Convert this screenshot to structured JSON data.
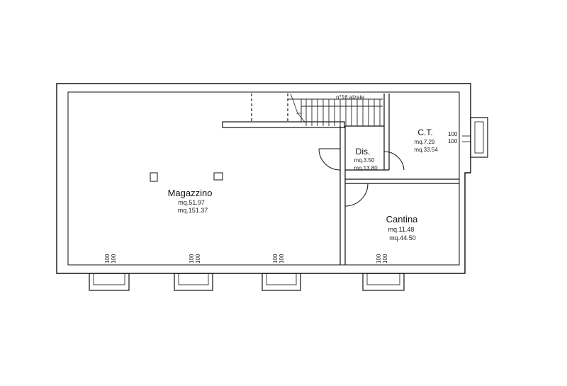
{
  "stair_label": "n°16 alzate",
  "rooms": {
    "magazzino": {
      "name": "Magazzino",
      "floor_area": "mq.51.97",
      "volume": "mq.151.37"
    },
    "dis": {
      "name": "Dis.",
      "floor_area": "mq.3.50",
      "volume": "mq.13.80"
    },
    "ct": {
      "name": "C.T.",
      "floor_area": "mq.7.29",
      "volume": "mq.33.54"
    },
    "cantina": {
      "name": "Cantina",
      "floor_area": "mq.11.48",
      "volume": "mq.44.50"
    }
  },
  "windows": [
    {
      "id": "window-ct-east",
      "dims": [
        "100",
        "100"
      ]
    },
    {
      "id": "window-magazzino-1",
      "dims": [
        "100",
        "100"
      ]
    },
    {
      "id": "window-magazzino-2",
      "dims": [
        "100",
        "100"
      ]
    },
    {
      "id": "window-magazzino-3",
      "dims": [
        "100",
        "100"
      ]
    },
    {
      "id": "window-cantina",
      "dims": [
        "100",
        "100"
      ]
    }
  ]
}
